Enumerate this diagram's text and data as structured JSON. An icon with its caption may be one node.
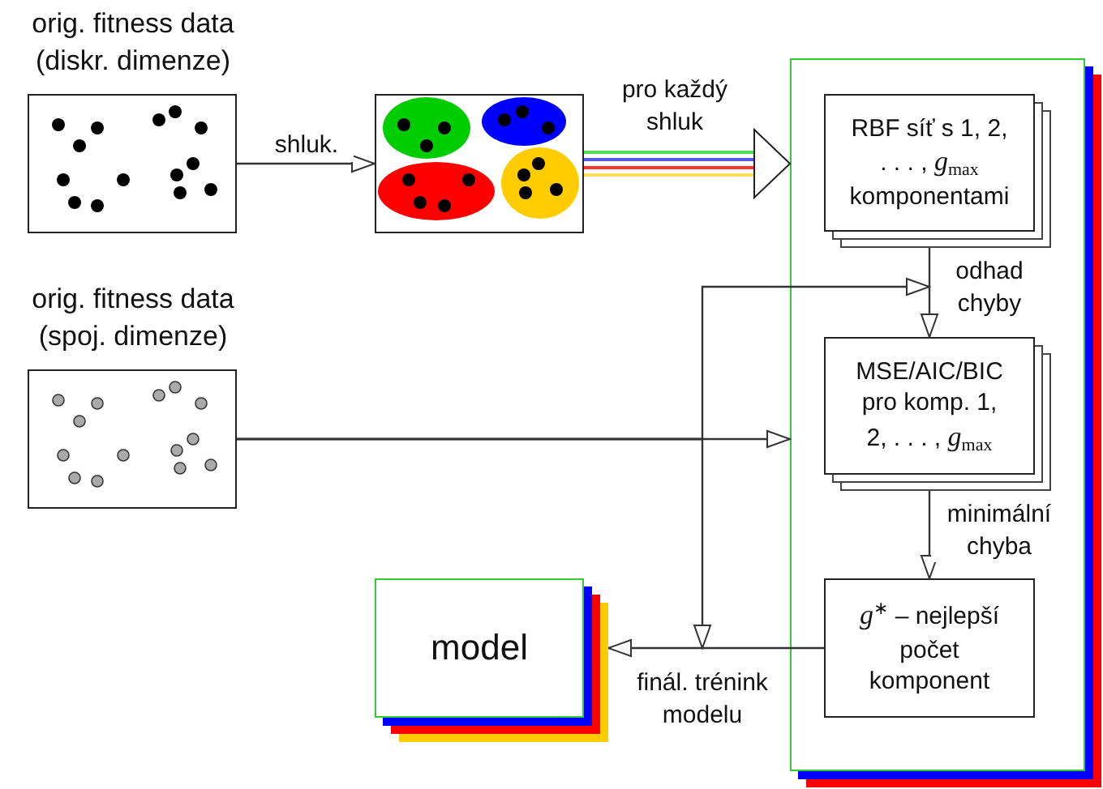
{
  "diagram": {
    "nodes": [
      {
        "text": [
          "orig. fitness data (diskr. dimenze)"
        ]
      },
      {
        "text": [],
        "shape": "box"
      },
      {
        "text": [],
        "shape": "box"
      },
      {
        "text": [
          "RBF síť s 1, 2, . . . , *g*$_{max}$ komponentami"
        ],
        "in": 2
      },
      {
        "text": [
          "MSE/AIC/BIC pro komp. 1, 2, . . . , *g*$_{max}$"
        ],
        "in": 2
      },
      {
        "text": [
          "*g*$^{∗}$ – nejlepší počet komponent"
        ],
        "in": 2
      },
      {
        "text": [
          "orig. fitness data (spoj. dimenze)"
        ]
      },
      {
        "text": [
          "model"
        ]
      }
    ],
    "edges": [
      {
        "from": 0,
        "to": 1,
        "arrow": "to",
        "label": "shluk."
      },
      {
        "from": 1,
        "to": 2,
        "arrow": "to",
        "label": "pro každý shluk",
        "color": "#55dd55"
      },
      {
        "from": 6,
        "to": 2,
        "arrow": "to"
      },
      {
        "from": 6,
        "to": 3,
        "arrow": "to"
      },
      {
        "from": 6,
        "to": null,
        "arrow": "to"
      },
      {
        "from": 3,
        "to": 4,
        "arrow": "to",
        "label": "odhad chyby"
      },
      {
        "from": 4,
        "to": 5,
        "arrow": "to",
        "label": "minimální chyba"
      },
      {
        "from": 5,
        "to": 7,
        "arrow": "to",
        "label": "finál. trénink modelu"
      }
    ]
  }
}
